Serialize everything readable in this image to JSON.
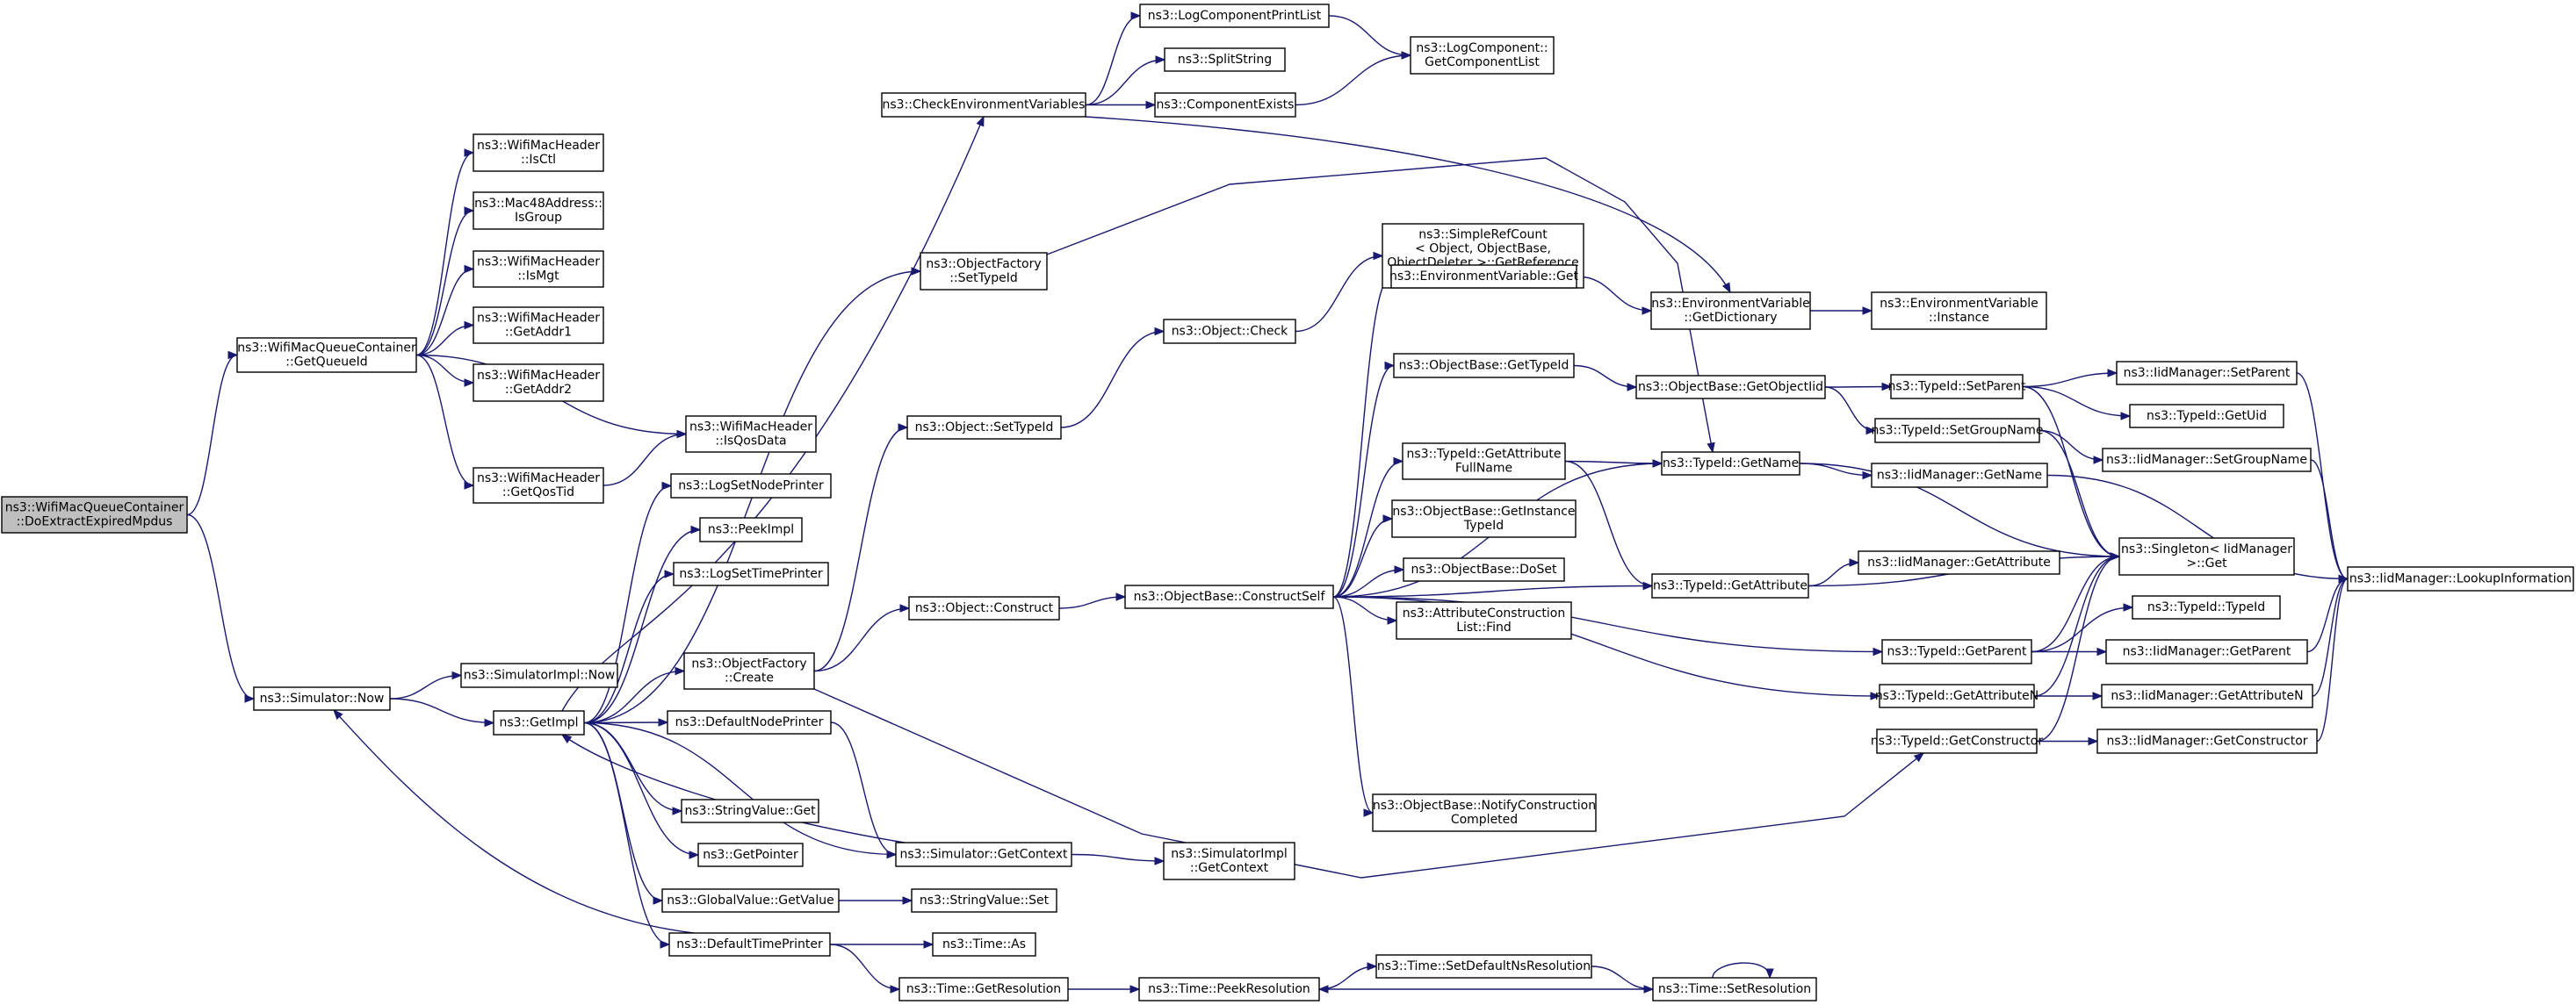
{
  "graph": {
    "colors": {
      "edge": "#191970",
      "node_border": "#000000",
      "root_fill": "#bfbfbf",
      "node_fill": "#ffffff"
    },
    "nodes": [
      {
        "id": "root",
        "lines": [
          "ns3::WifiMacQueueContainer",
          "::DoExtractExpiredMpdus"
        ],
        "root": true
      },
      {
        "id": "getQueueId",
        "lines": [
          "ns3::WifiMacQueueContainer",
          "::GetQueueId"
        ]
      },
      {
        "id": "simNow",
        "lines": [
          "ns3::Simulator::Now"
        ]
      },
      {
        "id": "isCtl",
        "lines": [
          "ns3::WifiMacHeader",
          "::IsCtl"
        ]
      },
      {
        "id": "isGroup",
        "lines": [
          "ns3::Mac48Address::",
          "IsGroup"
        ]
      },
      {
        "id": "isMgt",
        "lines": [
          "ns3::WifiMacHeader",
          "::IsMgt"
        ]
      },
      {
        "id": "getAddr1",
        "lines": [
          "ns3::WifiMacHeader",
          "::GetAddr1"
        ]
      },
      {
        "id": "getAddr2",
        "lines": [
          "ns3::WifiMacHeader",
          "::GetAddr2"
        ]
      },
      {
        "id": "isQosData",
        "lines": [
          "ns3::WifiMacHeader",
          "::IsQosData"
        ]
      },
      {
        "id": "getQosTid",
        "lines": [
          "ns3::WifiMacHeader",
          "::GetQosTid"
        ]
      },
      {
        "id": "simImplNow",
        "lines": [
          "ns3::SimulatorImpl::Now"
        ]
      },
      {
        "id": "getImpl",
        "lines": [
          "ns3::GetImpl"
        ]
      },
      {
        "id": "logSetNodePrinter",
        "lines": [
          "ns3::LogSetNodePrinter"
        ]
      },
      {
        "id": "peekImpl",
        "lines": [
          "ns3::PeekImpl"
        ]
      },
      {
        "id": "logSetTimePrinter",
        "lines": [
          "ns3::LogSetTimePrinter"
        ]
      },
      {
        "id": "objFactoryCreate",
        "lines": [
          "ns3::ObjectFactory",
          "::Create"
        ]
      },
      {
        "id": "defaultNodePrinter",
        "lines": [
          "ns3::DefaultNodePrinter"
        ]
      },
      {
        "id": "stringValueGet",
        "lines": [
          "ns3::StringValue::Get"
        ]
      },
      {
        "id": "getPointer",
        "lines": [
          "ns3::GetPointer"
        ]
      },
      {
        "id": "globalValueGetValue",
        "lines": [
          "ns3::GlobalValue::GetValue"
        ]
      },
      {
        "id": "defaultTimePrinter",
        "lines": [
          "ns3::DefaultTimePrinter"
        ]
      },
      {
        "id": "checkEnv",
        "lines": [
          "ns3::CheckEnvironmentVariables"
        ]
      },
      {
        "id": "objFactorySetTypeId",
        "lines": [
          "ns3::ObjectFactory",
          "::SetTypeId"
        ]
      },
      {
        "id": "objectSetTypeId",
        "lines": [
          "ns3::Object::SetTypeId"
        ]
      },
      {
        "id": "objectConstruct",
        "lines": [
          "ns3::Object::Construct"
        ]
      },
      {
        "id": "simGetContext",
        "lines": [
          "ns3::Simulator::GetContext"
        ]
      },
      {
        "id": "stringValueSet",
        "lines": [
          "ns3::StringValue::Set"
        ]
      },
      {
        "id": "timeAs",
        "lines": [
          "ns3::Time::As"
        ]
      },
      {
        "id": "timeGetResolution",
        "lines": [
          "ns3::Time::GetResolution"
        ]
      },
      {
        "id": "logComponentPrintList",
        "lines": [
          "ns3::LogComponentPrintList"
        ]
      },
      {
        "id": "splitString",
        "lines": [
          "ns3::SplitString"
        ]
      },
      {
        "id": "componentExists",
        "lines": [
          "ns3::ComponentExists"
        ]
      },
      {
        "id": "objectCheck",
        "lines": [
          "ns3::Object::Check"
        ]
      },
      {
        "id": "objBaseConstructSelf",
        "lines": [
          "ns3::ObjectBase::ConstructSelf"
        ]
      },
      {
        "id": "simImplGetContext",
        "lines": [
          "ns3::SimulatorImpl",
          "::GetContext"
        ]
      },
      {
        "id": "timePeekResolution",
        "lines": [
          "ns3::Time::PeekResolution"
        ]
      },
      {
        "id": "logComponentGetList",
        "lines": [
          "ns3::LogComponent::",
          "GetComponentList"
        ]
      },
      {
        "id": "simpleRefCount",
        "lines": [
          "ns3::SimpleRefCount",
          "< Object, ObjectBase,",
          " ObjectDeleter >::GetReference",
          "Count"
        ]
      },
      {
        "id": "envVarGet",
        "lines": [
          "ns3::EnvironmentVariable::Get"
        ]
      },
      {
        "id": "objBaseGetTypeId",
        "lines": [
          "ns3::ObjectBase::GetTypeId"
        ]
      },
      {
        "id": "typeIdGetAttrFullName",
        "lines": [
          "ns3::TypeId::GetAttribute",
          "FullName"
        ]
      },
      {
        "id": "objBaseGetInstanceTypeId",
        "lines": [
          "ns3::ObjectBase::GetInstance",
          "TypeId"
        ]
      },
      {
        "id": "objBaseDoSet",
        "lines": [
          "ns3::ObjectBase::DoSet"
        ]
      },
      {
        "id": "attrConstructionListFind",
        "lines": [
          "ns3::AttributeConstruction",
          "List::Find"
        ]
      },
      {
        "id": "objBaseNotifyConstructionCompleted",
        "lines": [
          "ns3::ObjectBase::NotifyConstruction",
          "Completed"
        ]
      },
      {
        "id": "timeSetDefaultNsResolution",
        "lines": [
          "ns3::Time::SetDefaultNsResolution"
        ]
      },
      {
        "id": "envVarGetDictionary",
        "lines": [
          "ns3::EnvironmentVariable",
          "::GetDictionary"
        ]
      },
      {
        "id": "objBaseGetObjectIid",
        "lines": [
          "ns3::ObjectBase::GetObjectIid"
        ]
      },
      {
        "id": "typeIdGetName",
        "lines": [
          "ns3::TypeId::GetName"
        ]
      },
      {
        "id": "typeIdGetAttribute",
        "lines": [
          "ns3::TypeId::GetAttribute"
        ]
      },
      {
        "id": "typeIdGetParent",
        "lines": [
          "ns3::TypeId::GetParent"
        ]
      },
      {
        "id": "typeIdGetAttributeN",
        "lines": [
          "ns3::TypeId::GetAttributeN"
        ]
      },
      {
        "id": "typeIdGetConstructor",
        "lines": [
          "ns3::TypeId::GetConstructor"
        ]
      },
      {
        "id": "timeSetResolution",
        "lines": [
          "ns3::Time::SetResolution"
        ]
      },
      {
        "id": "envVarInstance",
        "lines": [
          "ns3::EnvironmentVariable",
          "::Instance"
        ]
      },
      {
        "id": "typeIdSetParent",
        "lines": [
          "ns3::TypeId::SetParent"
        ]
      },
      {
        "id": "typeIdSetGroupName",
        "lines": [
          "ns3::TypeId::SetGroupName"
        ]
      },
      {
        "id": "iidGetName",
        "lines": [
          "ns3::IidManager::GetName"
        ]
      },
      {
        "id": "iidGetAttribute",
        "lines": [
          "ns3::IidManager::GetAttribute"
        ]
      },
      {
        "id": "singletonGet",
        "lines": [
          "ns3::Singleton< IidManager",
          " >::Get"
        ]
      },
      {
        "id": "typeIdTypeId",
        "lines": [
          "ns3::TypeId::TypeId"
        ]
      },
      {
        "id": "iidGetParent",
        "lines": [
          "ns3::IidManager::GetParent"
        ]
      },
      {
        "id": "iidGetAttributeN",
        "lines": [
          "ns3::IidManager::GetAttributeN"
        ]
      },
      {
        "id": "iidGetConstructor",
        "lines": [
          "ns3::IidManager::GetConstructor"
        ]
      },
      {
        "id": "iidSetParent",
        "lines": [
          "ns3::IidManager::SetParent"
        ]
      },
      {
        "id": "typeIdGetUid",
        "lines": [
          "ns3::TypeId::GetUid"
        ]
      },
      {
        "id": "iidSetGroupName",
        "lines": [
          "ns3::IidManager::SetGroupName"
        ]
      },
      {
        "id": "iidLookupInformation",
        "lines": [
          "ns3::IidManager::LookupInformation"
        ]
      }
    ],
    "edges": [
      [
        "root",
        "getQueueId"
      ],
      [
        "root",
        "simNow"
      ],
      [
        "getQueueId",
        "isCtl"
      ],
      [
        "getQueueId",
        "isGroup"
      ],
      [
        "getQueueId",
        "isMgt"
      ],
      [
        "getQueueId",
        "getAddr1"
      ],
      [
        "getQueueId",
        "getAddr2"
      ],
      [
        "getQueueId",
        "isQosData"
      ],
      [
        "getQueueId",
        "getQosTid"
      ],
      [
        "getQosTid",
        "isQosData"
      ],
      [
        "simNow",
        "simImplNow"
      ],
      [
        "simNow",
        "getImpl"
      ],
      [
        "getImpl",
        "logSetNodePrinter"
      ],
      [
        "getImpl",
        "peekImpl"
      ],
      [
        "getImpl",
        "logSetTimePrinter"
      ],
      [
        "getImpl",
        "objFactoryCreate"
      ],
      [
        "getImpl",
        "defaultNodePrinter"
      ],
      [
        "getImpl",
        "stringValueGet"
      ],
      [
        "getImpl",
        "getPointer"
      ],
      [
        "getImpl",
        "globalValueGetValue"
      ],
      [
        "getImpl",
        "defaultTimePrinter"
      ],
      [
        "getImpl",
        "checkEnv"
      ],
      [
        "getImpl",
        "objFactorySetTypeId"
      ],
      [
        "getImpl",
        "simGetContext"
      ],
      [
        "defaultTimePrinter",
        "simNow"
      ],
      [
        "simGetContext",
        "getImpl"
      ],
      [
        "defaultNodePrinter",
        "simGetContext"
      ],
      [
        "objFactoryCreate",
        "objectSetTypeId"
      ],
      [
        "objFactoryCreate",
        "objectConstruct"
      ],
      [
        "objFactoryCreate",
        "typeIdGetConstructor"
      ],
      [
        "objFactorySetTypeId",
        "typeIdGetName"
      ],
      [
        "objectSetTypeId",
        "objectCheck"
      ],
      [
        "objectCheck",
        "simpleRefCount"
      ],
      [
        "objectConstruct",
        "objBaseConstructSelf"
      ],
      [
        "globalValueGetValue",
        "stringValueSet"
      ],
      [
        "defaultTimePrinter",
        "timeAs"
      ],
      [
        "defaultTimePrinter",
        "timeGetResolution"
      ],
      [
        "timeGetResolution",
        "timePeekResolution"
      ],
      [
        "timePeekResolution",
        "timeSetDefaultNsResolution"
      ],
      [
        "timeSetDefaultNsResolution",
        "timeSetResolution"
      ],
      [
        "timeSetResolution",
        "timePeekResolution"
      ],
      [
        "timeSetResolution",
        "timeSetResolution"
      ],
      [
        "simGetContext",
        "simImplGetContext"
      ],
      [
        "checkEnv",
        "logComponentPrintList"
      ],
      [
        "checkEnv",
        "splitString"
      ],
      [
        "checkEnv",
        "componentExists"
      ],
      [
        "checkEnv",
        "envVarGetDictionary"
      ],
      [
        "logComponentPrintList",
        "logComponentGetList"
      ],
      [
        "componentExists",
        "logComponentGetList"
      ],
      [
        "objBaseConstructSelf",
        "envVarGet"
      ],
      [
        "objBaseConstructSelf",
        "objBaseGetTypeId"
      ],
      [
        "objBaseConstructSelf",
        "typeIdGetName"
      ],
      [
        "objBaseConstructSelf",
        "typeIdGetAttrFullName"
      ],
      [
        "objBaseConstructSelf",
        "objBaseGetInstanceTypeId"
      ],
      [
        "objBaseConstructSelf",
        "objBaseDoSet"
      ],
      [
        "objBaseConstructSelf",
        "attrConstructionListFind"
      ],
      [
        "objBaseConstructSelf",
        "typeIdGetAttribute"
      ],
      [
        "objBaseConstructSelf",
        "typeIdGetParent"
      ],
      [
        "objBaseConstructSelf",
        "typeIdGetAttributeN"
      ],
      [
        "objBaseConstructSelf",
        "objBaseNotifyConstructionCompleted"
      ],
      [
        "envVarGet",
        "envVarGetDictionary"
      ],
      [
        "envVarGetDictionary",
        "envVarInstance"
      ],
      [
        "objBaseGetTypeId",
        "objBaseGetObjectIid"
      ],
      [
        "objBaseGetObjectIid",
        "typeIdSetParent"
      ],
      [
        "objBaseGetObjectIid",
        "typeIdSetGroupName"
      ],
      [
        "typeIdGetAttrFullName",
        "typeIdGetName"
      ],
      [
        "typeIdGetAttrFullName",
        "typeIdGetAttribute"
      ],
      [
        "typeIdGetName",
        "iidGetName"
      ],
      [
        "typeIdGetName",
        "singletonGet"
      ],
      [
        "typeIdGetAttribute",
        "iidGetAttribute"
      ],
      [
        "typeIdGetAttribute",
        "singletonGet"
      ],
      [
        "typeIdSetParent",
        "iidSetParent"
      ],
      [
        "typeIdSetParent",
        "typeIdGetUid"
      ],
      [
        "typeIdSetParent",
        "singletonGet"
      ],
      [
        "typeIdSetGroupName",
        "iidSetGroupName"
      ],
      [
        "typeIdSetGroupName",
        "singletonGet"
      ],
      [
        "typeIdGetParent",
        "typeIdTypeId"
      ],
      [
        "typeIdGetParent",
        "iidGetParent"
      ],
      [
        "typeIdGetParent",
        "singletonGet"
      ],
      [
        "typeIdGetAttributeN",
        "iidGetAttributeN"
      ],
      [
        "typeIdGetAttributeN",
        "singletonGet"
      ],
      [
        "typeIdGetConstructor",
        "iidGetConstructor"
      ],
      [
        "typeIdGetConstructor",
        "singletonGet"
      ],
      [
        "iidGetName",
        "iidLookupInformation"
      ],
      [
        "iidSetParent",
        "iidLookupInformation"
      ],
      [
        "iidSetGroupName",
        "iidLookupInformation"
      ],
      [
        "iidGetParent",
        "iidLookupInformation"
      ],
      [
        "iidGetAttributeN",
        "iidLookupInformation"
      ],
      [
        "iidGetConstructor",
        "iidLookupInformation"
      ]
    ]
  }
}
